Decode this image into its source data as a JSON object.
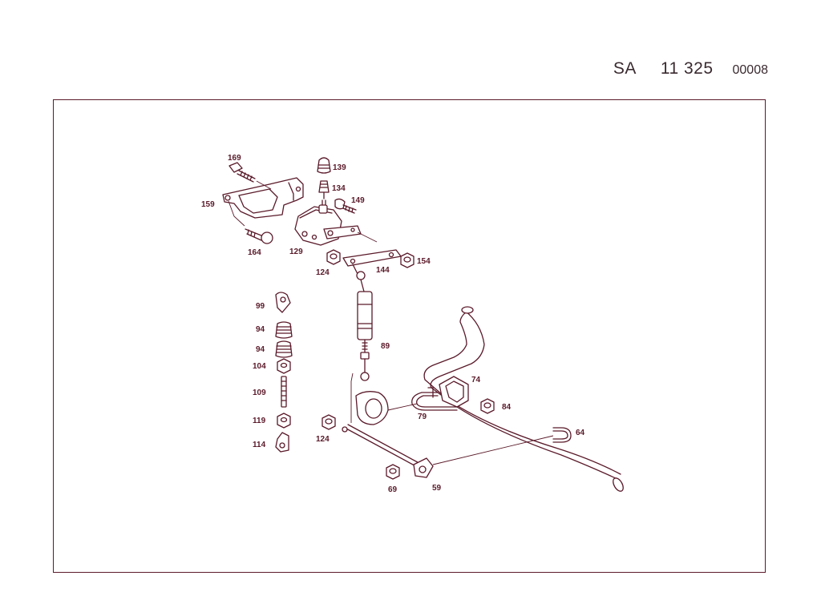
{
  "header": {
    "prefix": "SA",
    "group": "11 325",
    "ref": "00008"
  },
  "colors": {
    "line": "#5a1a2a",
    "background": "#ffffff"
  },
  "labels": {
    "169": "169",
    "139": "139",
    "134": "134",
    "149": "149",
    "159": "159",
    "164": "164",
    "129": "129",
    "124a": "124",
    "144": "144",
    "154": "154",
    "99": "99",
    "94a": "94",
    "94b": "94",
    "104": "104",
    "109": "109",
    "119": "119",
    "114": "114",
    "89": "89",
    "74": "74",
    "84": "84",
    "79": "79",
    "124b": "124",
    "64": "64",
    "69": "69",
    "59": "59"
  }
}
